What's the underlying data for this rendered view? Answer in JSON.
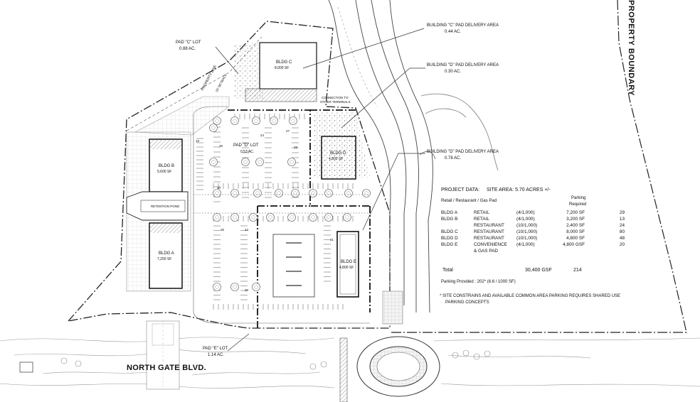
{
  "labels": {
    "pad_c_lot": "PAD \"C\" LOT",
    "pad_c_area": "0.88 AC.",
    "pad_d_lot": "PAD \"D\" LOT",
    "pad_d_area": "0.53 AC.",
    "pad_e_lot": "PAD \"E\" LOT",
    "pad_e_area": "1.14 AC.",
    "delivery_c": "BUILDING \"C\" PAD DELIVERY AREA",
    "delivery_c_area": "0.44 AC.",
    "delivery_d1": "BUILDING \"D\" PAD DELIVERY AREA",
    "delivery_d1_area": "0.30 AC.",
    "delivery_d2": "BUILDING \"D\" PAD DELIVERY AREA",
    "delivery_d2_area": "0.78 AC.",
    "property_boundary": "PROPERTY BOUNDARY",
    "property_line": "PROPERTY LINE",
    "setback": "20' SETBACK",
    "connection": "CONNECTION TO",
    "connection2": "OTHER TERMINALS",
    "road": "NORTH GATE BLVD.",
    "retention_pond": "RETENTION POND"
  },
  "buildings": {
    "a_name": "BLDG A",
    "a_size": "7,200 SF",
    "b_name": "BLDG B",
    "b_size": "5,600 SF",
    "c_name": "BLDG C",
    "c_size": "8,000 SF",
    "d_name": "BLDG D",
    "d_size": "4,800 SF",
    "e_name": "BLDG E",
    "e_size": "4,800 SF"
  },
  "stall_counts": [
    "18",
    "26",
    "24",
    "25",
    "27",
    "10",
    "26",
    "24",
    "21",
    "20"
  ],
  "project_data": {
    "title": "PROJECT DATA:",
    "site_area": "SITE AREA:  5.70 ACRES +/-",
    "col_use": "Retail / Restaurant / Gas Pad",
    "col_parking": "Parking",
    "col_required": "Required",
    "rows": [
      {
        "bldg": "BLDG A",
        "use": "RETAIL",
        "ratio": "(4/1,000)",
        "sf": "7,200  SF",
        "req": "29"
      },
      {
        "bldg": "BLDG B",
        "use": "RETAIL",
        "ratio": "(4/1,000)",
        "sf": "3,200  SF",
        "req": "13"
      },
      {
        "bldg": "",
        "use": "RESTAURANT",
        "ratio": "(10/1,000)",
        "sf": "2,400  SF",
        "req": "24"
      },
      {
        "bldg": "BLDG C",
        "use": "RESTAURANT",
        "ratio": "(10/1,000)",
        "sf": "8,000  SF",
        "req": "80"
      },
      {
        "bldg": "BLDG D",
        "use": "RESTAURANT",
        "ratio": "(10/1,000)",
        "sf": "4,800  SF",
        "req": "48"
      },
      {
        "bldg": "BLDG E",
        "use": "CONVENIENCE",
        "ratio": "(4/1,000)",
        "sf": "4,800  GSF",
        "req": "20"
      },
      {
        "bldg": "",
        "use": "& GAS PAD",
        "ratio": "",
        "sf": "",
        "req": ""
      }
    ],
    "total_label": "Total",
    "total_sf": "30,400 GSF",
    "total_req": "214",
    "parking_provided": "Parking Provided :  202* (6.6 / 1000 SF)",
    "note_line1": "*  SITE CONSTRAINS AND AVAILABLE COMMON AREA PARKING REQUIRES SHARED USE",
    "note_line2": "PARKING CONCEPTS"
  }
}
